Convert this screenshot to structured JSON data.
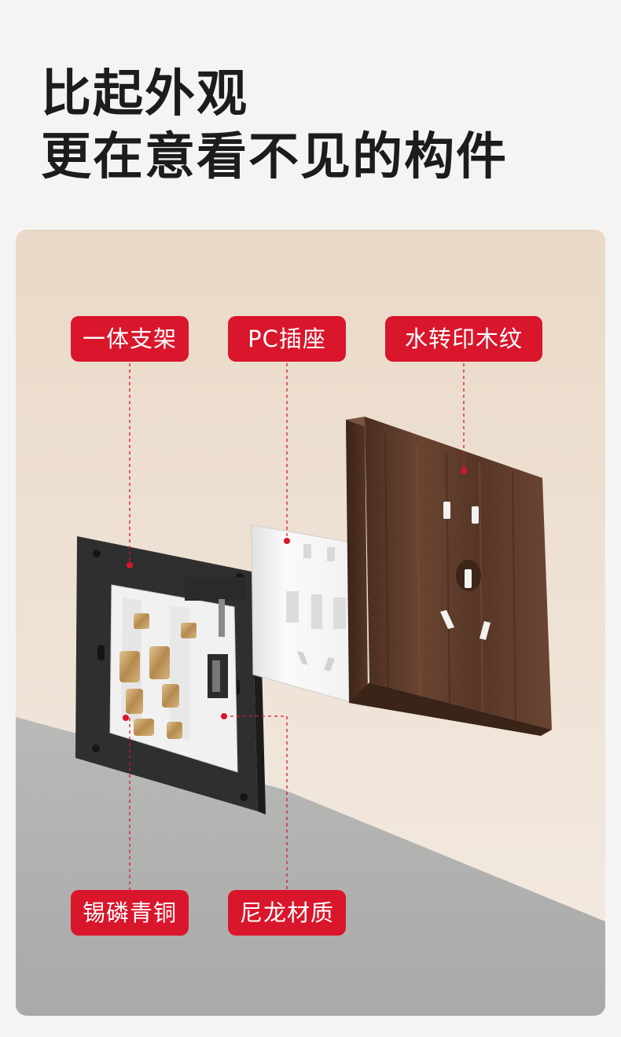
{
  "headline": {
    "line1": "比起外观",
    "line2": "更在意看不见的构件"
  },
  "callouts": {
    "bracket": "一体支架",
    "pc_socket": "PC插座",
    "wood_grain": "水转印木纹",
    "tin_phosphor_bronze": "锡磷青铜",
    "nylon": "尼龙材质"
  },
  "colors": {
    "callout_bg": "#d9162b",
    "callout_text": "#ffffff",
    "page_bg": "#f4f4f3",
    "panel_bg": "#ead9c8",
    "wood": "#5a3a2a"
  }
}
